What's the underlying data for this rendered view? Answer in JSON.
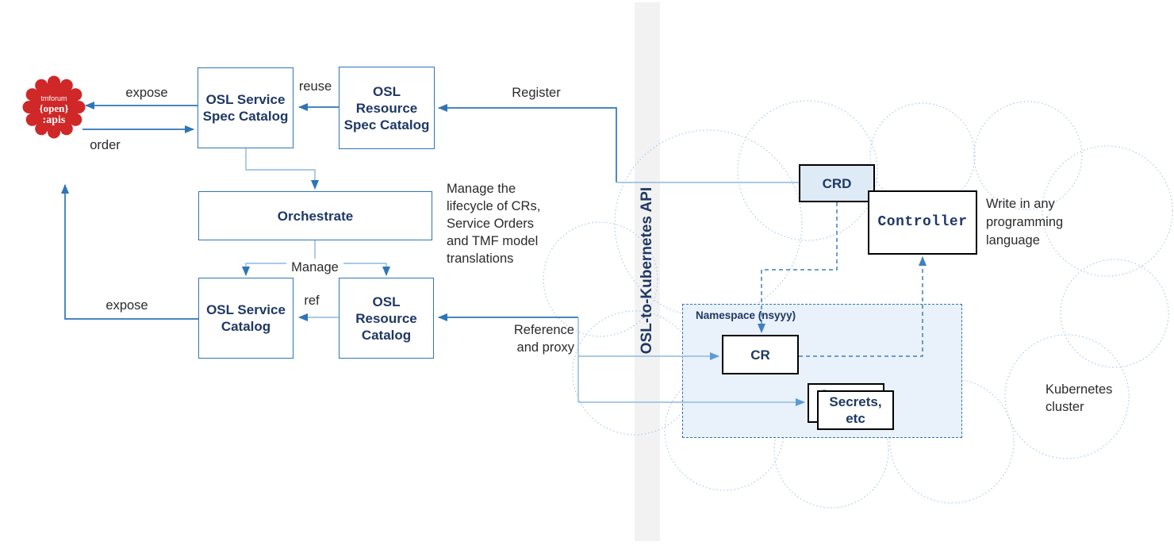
{
  "diagram": {
    "badge": {
      "line1": "tmforum",
      "line2": "{open}",
      "line3": ":apis"
    },
    "nodes": {
      "service_spec_catalog": "OSL Service\nSpec Catalog",
      "resource_spec_catalog": "OSL\nResource\nSpec Catalog",
      "orchestrate": "Orchestrate",
      "service_catalog": "OSL Service\nCatalog",
      "resource_catalog": "OSL\nResource\nCatalog",
      "crd": "CRD",
      "controller": "Controller",
      "cr": "CR",
      "secrets": "Secrets,\netc",
      "namespace_label": "Namespace (nsyyy)"
    },
    "edge_labels": {
      "expose_top": "expose",
      "order": "order",
      "reuse": "reuse",
      "register": "Register",
      "manage": "Manage",
      "ref": "ref",
      "expose_bottom": "expose",
      "reference_proxy": "Reference\nand proxy"
    },
    "annotations": {
      "lifecycle_note": "Manage the\nlifecycle of CRs,\nService Orders\nand TMF model\ntranslations",
      "write_note": "Write in any\nprogramming\nlanguage",
      "k8s_cluster": "Kubernetes\ncluster",
      "api_bar": "OSL-to-Kubernetes API"
    },
    "colors": {
      "box_border_blue": "#2e75b6",
      "box_text_navy": "#1f3864",
      "line_dark": "#2e75b6",
      "line_light": "#9dc3e6",
      "dashed_blue": "#3f7fbf",
      "crd_fill": "#deeaf6",
      "namespace_fill": "#e9f1fa",
      "cloud_stroke": "#b3cde9",
      "bar_gray": "#f2f2f2",
      "badge_red": "#d02828",
      "black_border": "#000000",
      "label_text": "#2b2b2b"
    }
  }
}
